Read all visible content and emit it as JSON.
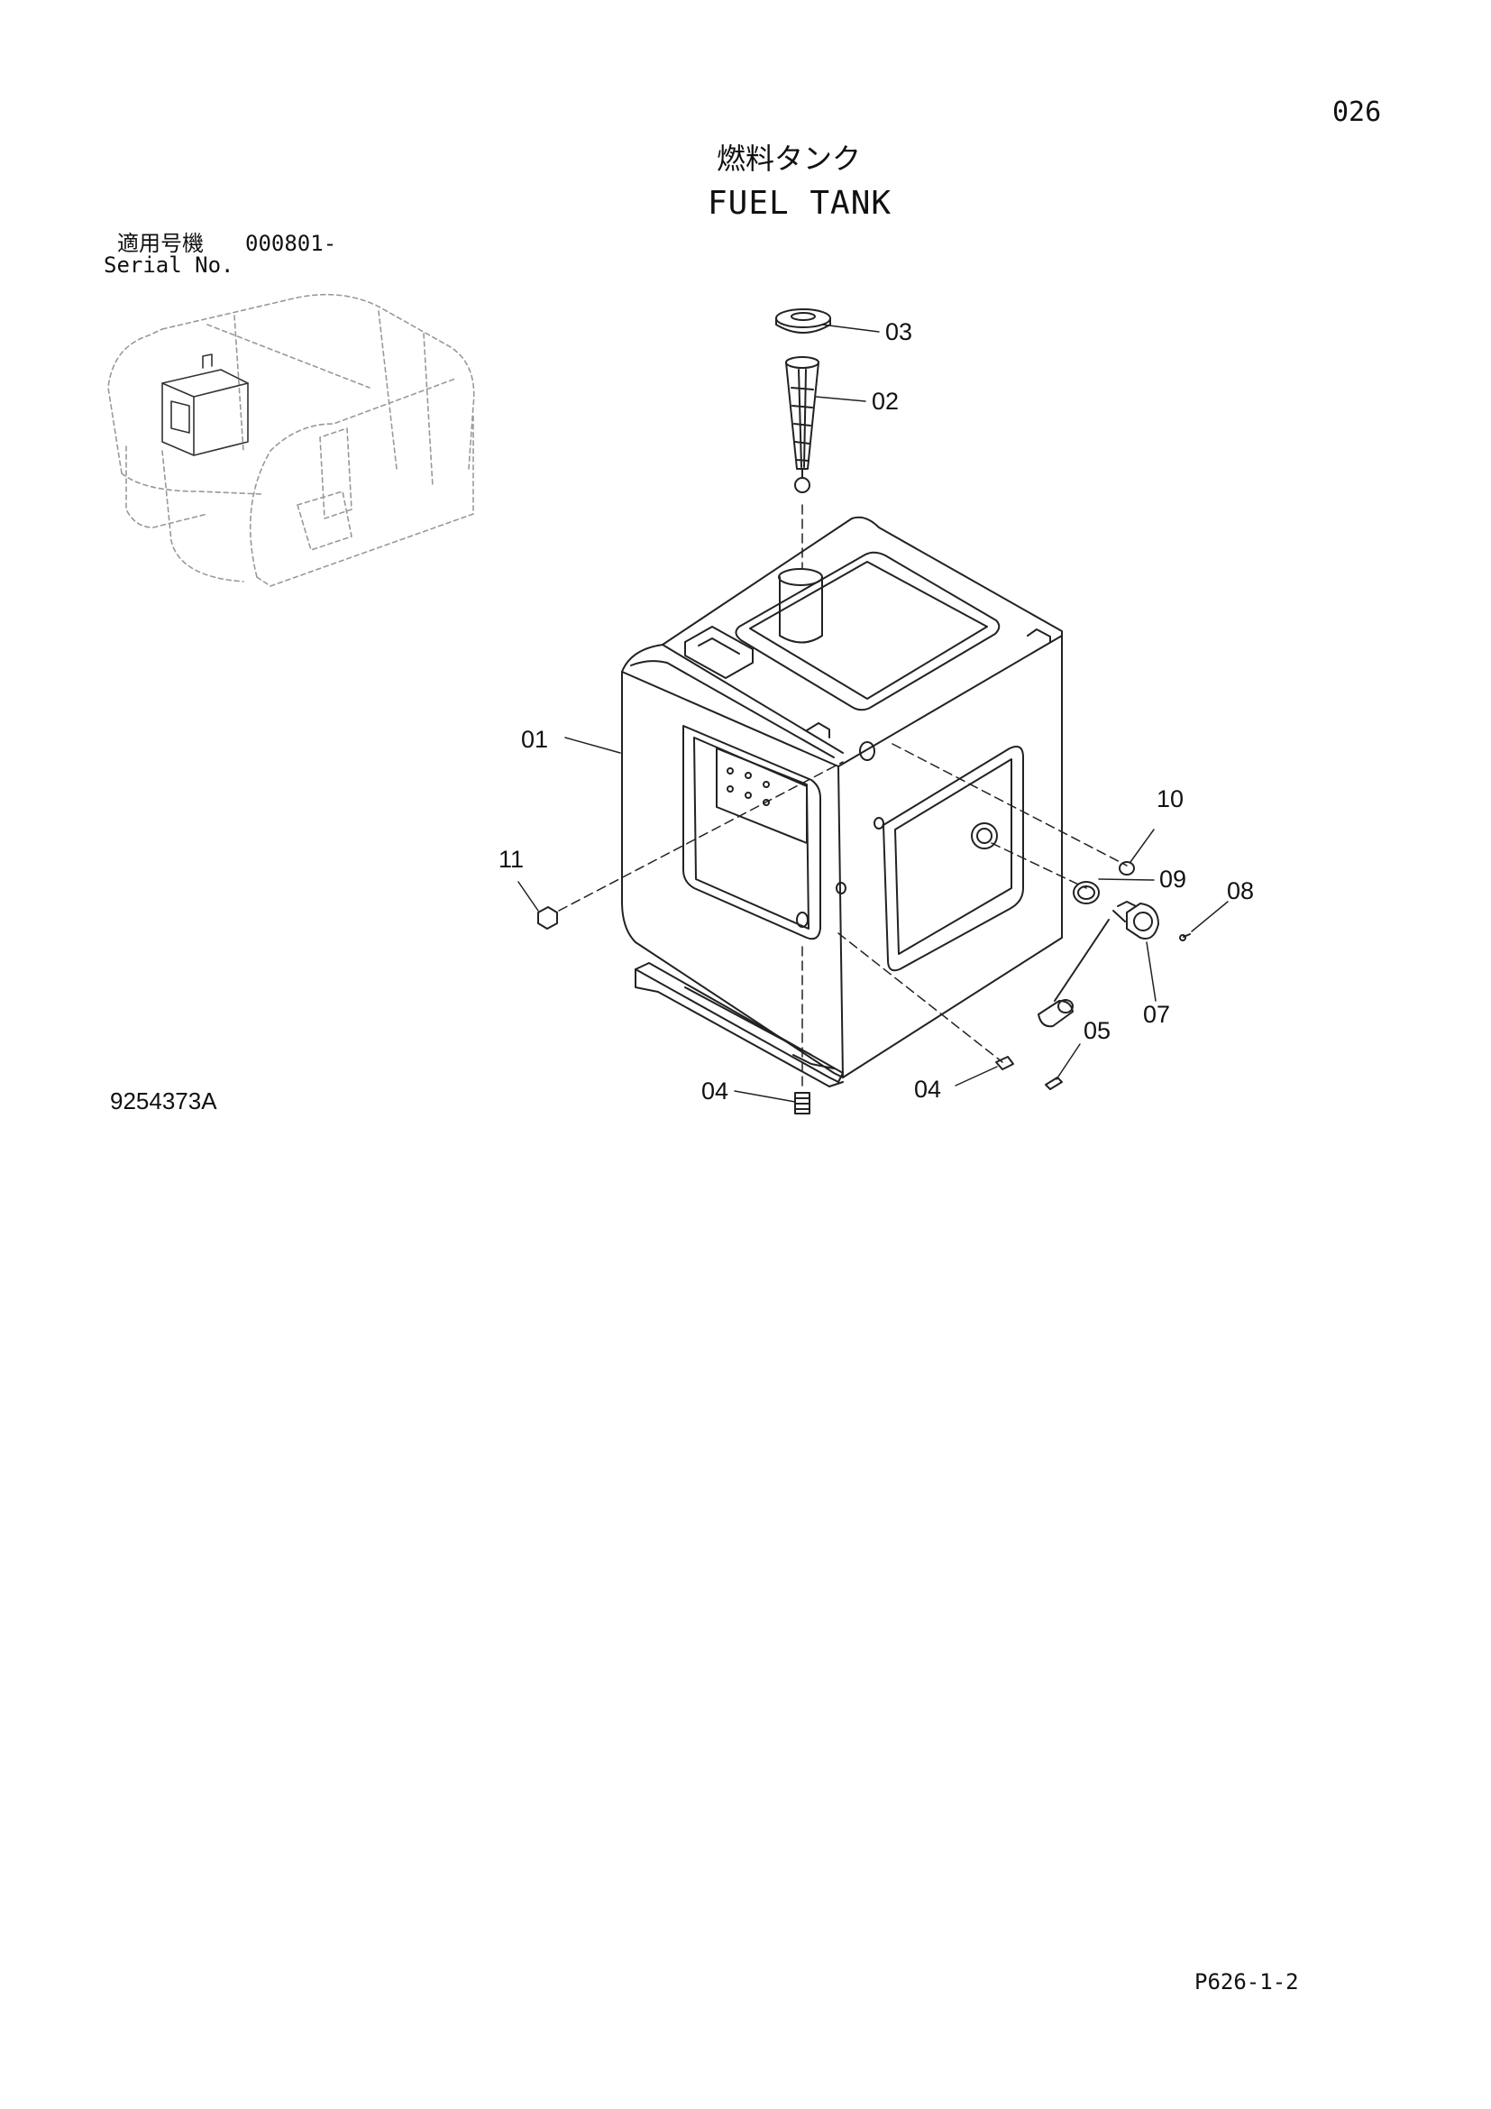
{
  "page_number": "026",
  "title_jp": "燃料タンク",
  "title_en": "FUEL TANK",
  "serial": {
    "label_jp": "適用号機",
    "value": "000801-",
    "label_en": "Serial No."
  },
  "drawing_number": "9254373A",
  "sheet_reference": "P626-1-2",
  "callouts": {
    "c01": "01",
    "c02": "02",
    "c03": "03",
    "c04a": "04",
    "c04b": "04",
    "c05": "05",
    "c07": "07",
    "c08": "08",
    "c09": "09",
    "c10": "10",
    "c11": "11"
  }
}
